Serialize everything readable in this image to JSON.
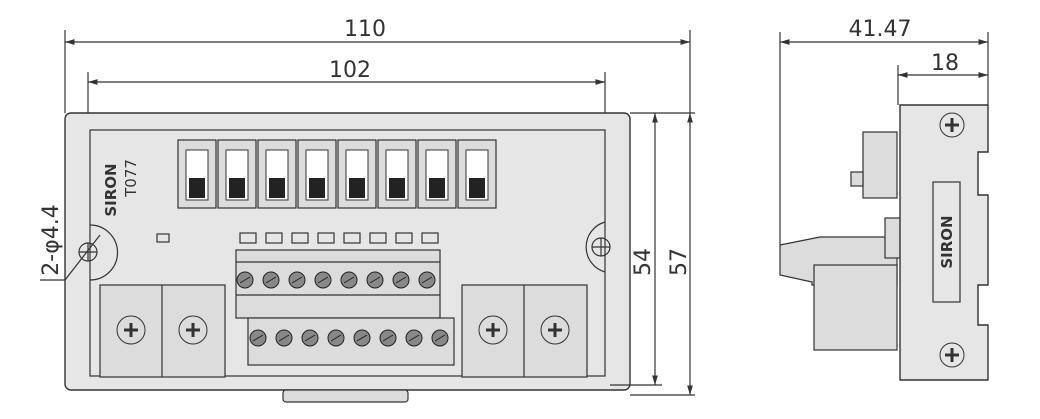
{
  "front_view": {
    "dim_width_outer": "110",
    "dim_width_inner": "102",
    "dim_height_inner": "54",
    "dim_height_outer": "57",
    "hole_note": "2-φ4.4",
    "brand": "SIRON",
    "model": "T077",
    "dip_switch_count": 8
  },
  "side_view": {
    "dim_depth_total": "41.47",
    "dim_depth_base": "18",
    "brand": "SIRON"
  }
}
